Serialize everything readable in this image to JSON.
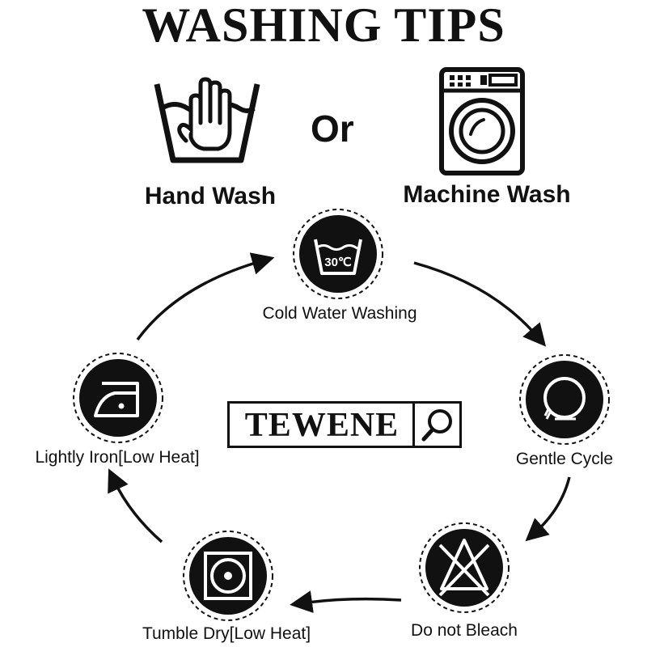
{
  "title": "WASHING TIPS",
  "methods": {
    "hand": {
      "label": "Hand Wash",
      "icon": "hand-wash-icon"
    },
    "or": "Or",
    "machine": {
      "label": "Machine Wash",
      "icon": "washing-machine-icon"
    }
  },
  "steps": [
    {
      "label": "Cold Water Washing",
      "icon": "wash-30c-icon",
      "icon_text": "30℃"
    },
    {
      "label": "Gentle Cycle",
      "icon": "gentle-cycle-icon"
    },
    {
      "label": "Do not Bleach",
      "icon": "no-bleach-icon"
    },
    {
      "label": "Tumble Dry[Low Heat]",
      "icon": "tumble-dry-low-icon"
    },
    {
      "label": "Lightly Iron[Low Heat]",
      "icon": "iron-low-icon"
    }
  ],
  "brand": {
    "name": "TEWENE",
    "icon": "search-icon"
  },
  "colors": {
    "ink": "#111111",
    "background": "#ffffff"
  }
}
